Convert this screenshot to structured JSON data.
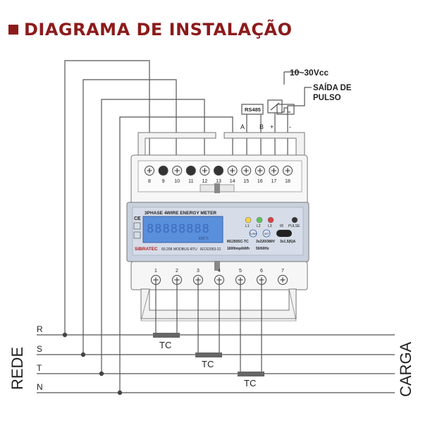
{
  "header": {
    "title": "DIAGRAMA DE INSTALAÇÃO"
  },
  "top_terminals": [
    "8",
    "9",
    "10",
    "11",
    "12",
    "13",
    "14",
    "15",
    "16",
    "17",
    "18"
  ],
  "bottom_terminals": [
    "1",
    "2",
    "3",
    "4",
    "5",
    "6",
    "7"
  ],
  "labels": {
    "supply_voltage": "10~30Vcc",
    "pulse_output_line1": "SAÍDA DE",
    "pulse_output_line2": "PULSO",
    "rs485": "RS485",
    "term_a": "A",
    "term_b": "B",
    "term_plus": "+",
    "term_minus": "-",
    "ct": "TC",
    "grid": "REDE",
    "load": "CARGA"
  },
  "phases": [
    "R",
    "S",
    "T",
    "N"
  ],
  "meter": {
    "model_title": "3PHASE 4WIRE ENERGY METER",
    "brand": "SIBRATEC",
    "unit": "kW h",
    "led_l1": "L1",
    "led_l2": "L2",
    "led_l3": "L3",
    "led_ir": "IR",
    "led_pulse": "PULSE",
    "btn_turn": "TURN",
    "btn_set": "SET",
    "model": "M1250SC-TC",
    "voltage": "3x220/380V",
    "current": "3x1.5(6)A",
    "imp": "1600imp/kWh",
    "freq": "50/60Hz",
    "code": "60.208",
    "protocol": "MODBUS-RTU",
    "standard": "IEC62053-21",
    "display_digits": "88888888"
  },
  "colors": {
    "title": "#8c1b1b",
    "panel": "#d3dae6",
    "lcd": "#5a8fdb",
    "line": "#444444"
  }
}
